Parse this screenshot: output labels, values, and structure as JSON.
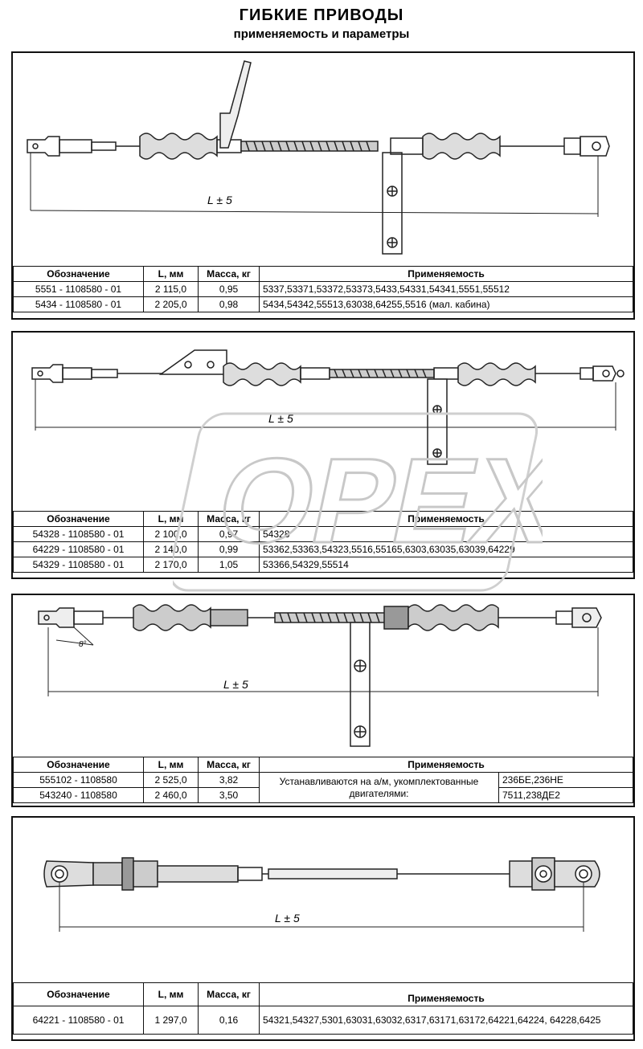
{
  "header": {
    "title": "ГИБКИЕ ПРИВОДЫ",
    "subtitle": "применяемость и параметры"
  },
  "columns": {
    "designation": "Обозначение",
    "length": "L, мм",
    "mass": "Масса, кг",
    "applicability": "Применяемость"
  },
  "dimension_label": "L ± 5",
  "angle_label": "8°",
  "watermark": "OPEX",
  "panels": [
    {
      "rows": [
        {
          "designation": "5551 - 1108580 - 01",
          "length": "2 115,0",
          "mass": "0,95",
          "applicability": "5337,53371,53372,53373,5433,54331,54341,5551,55512"
        },
        {
          "designation": "5434 - 1108580 - 01",
          "length": "2 205,0",
          "mass": "0,98",
          "applicability": "5434,54342,55513,63038,64255,5516 (мал. кабина)"
        }
      ]
    },
    {
      "rows": [
        {
          "designation": "54328 - 1108580 - 01",
          "length": "2 100,0",
          "mass": "0,97",
          "applicability": "54328"
        },
        {
          "designation": "64229 - 1108580 - 01",
          "length": "2 140,0",
          "mass": "0,99",
          "applicability": "53362,53363,54323,5516,55165,6303,63035,63039,64229"
        },
        {
          "designation": "54329 - 1108580 - 01",
          "length": "2 170,0",
          "mass": "1,05",
          "applicability": "53366,54329,55514"
        }
      ]
    },
    {
      "note": "Устанавливаются на а/м, укомплектованные двигателями:",
      "rows": [
        {
          "designation": "555102 - 1108580",
          "length": "2 525,0",
          "mass": "3,82",
          "engine": "236БЕ,236НЕ"
        },
        {
          "designation": "543240 - 1108580",
          "length": "2 460,0",
          "mass": "3,50",
          "engine": "7511,238ДЕ2"
        }
      ]
    },
    {
      "rows": [
        {
          "designation": "64221 - 1108580 - 01",
          "length": "1 297,0",
          "mass": "0,16",
          "applicability": "54321,54327,5301,63031,63032,6317,63171,63172,64221,64224, 64228,6425"
        }
      ]
    }
  ]
}
